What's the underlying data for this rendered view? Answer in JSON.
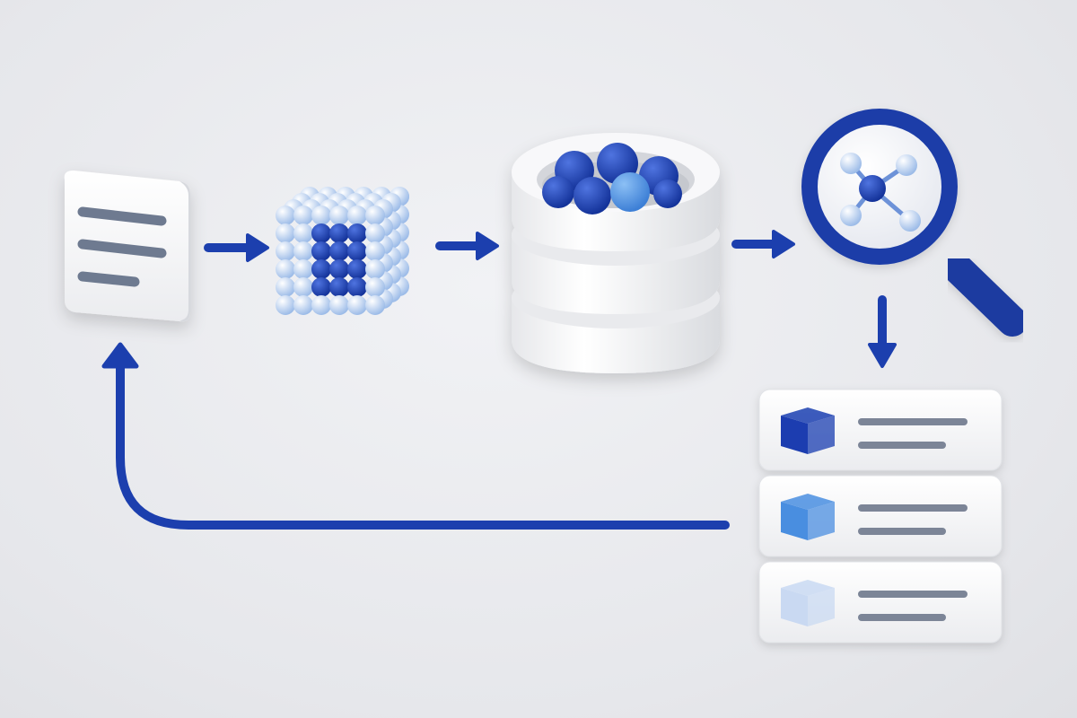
{
  "colors": {
    "background": "#e8e9ec",
    "arrow": "#1c3fae",
    "dark_blue": "#1a3eb0",
    "mid_blue": "#4a8ee0",
    "light_blue": "#aec9ee",
    "pale_blue": "#c9d9f2",
    "card_white": "#f7f8fa",
    "line_gray": "#7b8597"
  },
  "nodes": [
    {
      "id": "document",
      "icon": "document-lines-icon"
    },
    {
      "id": "embedding-cube",
      "icon": "sphere-cube-icon"
    },
    {
      "id": "vector-database",
      "icon": "database-cylinder-icon"
    },
    {
      "id": "similarity-search",
      "icon": "magnifier-graph-icon"
    },
    {
      "id": "ranked-results",
      "icon": "result-list-icon",
      "items": [
        {
          "rank": 1,
          "cube_color": "dark_blue"
        },
        {
          "rank": 2,
          "cube_color": "mid_blue"
        },
        {
          "rank": 3,
          "cube_color": "pale_blue"
        }
      ]
    }
  ],
  "edges": [
    {
      "from": "document",
      "to": "embedding-cube"
    },
    {
      "from": "embedding-cube",
      "to": "vector-database"
    },
    {
      "from": "vector-database",
      "to": "similarity-search"
    },
    {
      "from": "similarity-search",
      "to": "ranked-results"
    },
    {
      "from": "ranked-results",
      "to": "document",
      "style": "feedback-loop"
    }
  ]
}
